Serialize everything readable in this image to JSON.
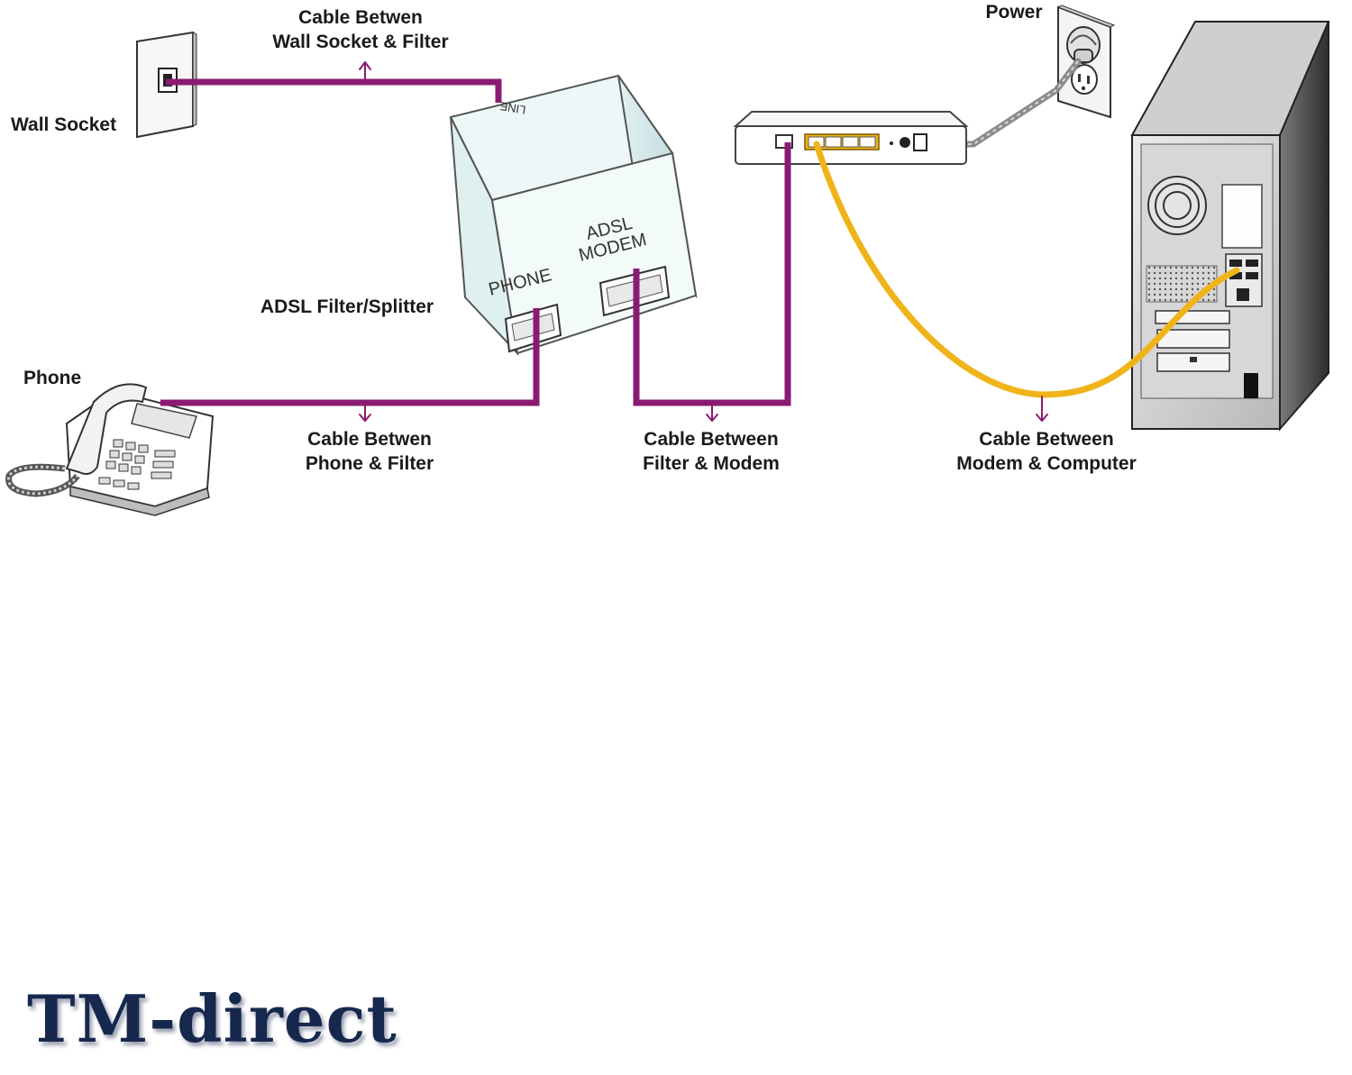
{
  "labels": {
    "cable_wall_filter": [
      "Cable Betwen",
      "Wall Socket & Filter"
    ],
    "wall_socket": "Wall Socket",
    "power": "Power",
    "adsl_filter": "ADSL Filter/Splitter",
    "phone": "Phone",
    "cable_phone_filter": [
      "Cable Betwen",
      "Phone & Filter"
    ],
    "cable_filter_modem": [
      "Cable Between",
      "Filter & Modem"
    ],
    "cable_modem_computer": [
      "Cable Between",
      "Modem & Computer"
    ]
  },
  "splitter_ports": {
    "line": "LINE",
    "phone": "PHONE",
    "modem_line1": "ADSL",
    "modem_line2": "MODEM"
  },
  "brand": "TM-direct",
  "colors": {
    "phone_cable": "#8a1a72",
    "ethernet_cable": "#f0b41a",
    "power_cable": "#8c8c8c",
    "brand": "#16284d"
  }
}
